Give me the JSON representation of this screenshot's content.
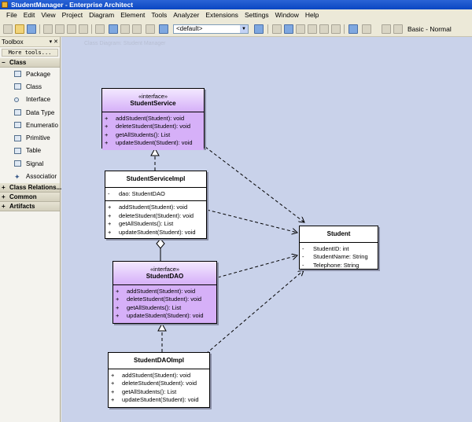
{
  "window": {
    "title": "StudentManager - Enterprise Architect"
  },
  "menu": [
    "File",
    "Edit",
    "View",
    "Project",
    "Diagram",
    "Element",
    "Tools",
    "Analyzer",
    "Extensions",
    "Settings",
    "Window",
    "Help"
  ],
  "toolbar": {
    "style_value": "<default>",
    "view_label": "Basic - Normal"
  },
  "toolbox": {
    "title": "Toolbox",
    "header_buttons": "▾ ✕",
    "more_tools": "More tools...",
    "sections": [
      {
        "label": "Class",
        "expanded": true,
        "sign": "−"
      },
      {
        "label": "Class Relations...",
        "expanded": false,
        "sign": "+"
      },
      {
        "label": "Common",
        "expanded": false,
        "sign": "+"
      },
      {
        "label": "Artifacts",
        "expanded": false,
        "sign": "+"
      }
    ],
    "items": [
      {
        "label": "Package",
        "icon": "package-icon"
      },
      {
        "label": "Class",
        "icon": "class-icon"
      },
      {
        "label": "Interface",
        "icon": "interface-icon"
      },
      {
        "label": "Data Type",
        "icon": "datatype-icon"
      },
      {
        "label": "Enumeratio",
        "icon": "enumeration-icon"
      },
      {
        "label": "Primitive",
        "icon": "primitive-icon"
      },
      {
        "label": "Table",
        "icon": "table-icon"
      },
      {
        "label": "Signal",
        "icon": "signal-icon"
      },
      {
        "label": "Associatior",
        "icon": "association-icon"
      }
    ]
  },
  "diagram": {
    "tab_label": "Class Diagram: Student Manager",
    "classes": {
      "student_service": {
        "stereotype": "«interface»",
        "name": "StudentService",
        "operations": [
          {
            "vis": "+",
            "text": "addStudent(Student): void"
          },
          {
            "vis": "+",
            "text": "deleteStudent(Student): void"
          },
          {
            "vis": "+",
            "text": "getAllStudents(): List"
          },
          {
            "vis": "+",
            "text": "updateStudent(Student): void"
          }
        ]
      },
      "student_service_impl": {
        "name": "StudentServiceImpl",
        "attributes": [
          {
            "vis": "-",
            "text": "dao: StudentDAO"
          }
        ],
        "operations": [
          {
            "vis": "+",
            "text": "addStudent(Student): void"
          },
          {
            "vis": "+",
            "text": "deleteStudent(Student): void"
          },
          {
            "vis": "+",
            "text": "getAllStudents(): List"
          },
          {
            "vis": "+",
            "text": "updateStudent(Student): void"
          }
        ]
      },
      "student_dao": {
        "stereotype": "«interface»",
        "name": "StudentDAO",
        "operations": [
          {
            "vis": "+",
            "text": "addStudent(Student): void"
          },
          {
            "vis": "+",
            "text": "deleteStudent(Student): void"
          },
          {
            "vis": "+",
            "text": "getAllStudents(): List"
          },
          {
            "vis": "+",
            "text": "updateStudent(Student): void"
          }
        ]
      },
      "student_dao_impl": {
        "name": "StudentDAOImpl",
        "operations": [
          {
            "vis": "+",
            "text": "addStudent(Student): void"
          },
          {
            "vis": "+",
            "text": "deleteStudent(Student): void"
          },
          {
            "vis": "+",
            "text": "getAllStudents(): List"
          },
          {
            "vis": "+",
            "text": "updateStudent(Student): void"
          }
        ]
      },
      "student": {
        "name": "Student",
        "attributes": [
          {
            "vis": "-",
            "text": "StudentID: int"
          },
          {
            "vis": "-",
            "text": "StudentName: String"
          },
          {
            "vis": "-",
            "text": "Telephone: String"
          }
        ]
      }
    }
  },
  "colors": {
    "interface_fill": "#d6b0f8",
    "canvas": "#c9d2ea",
    "titlebar": "#0a46c2"
  }
}
